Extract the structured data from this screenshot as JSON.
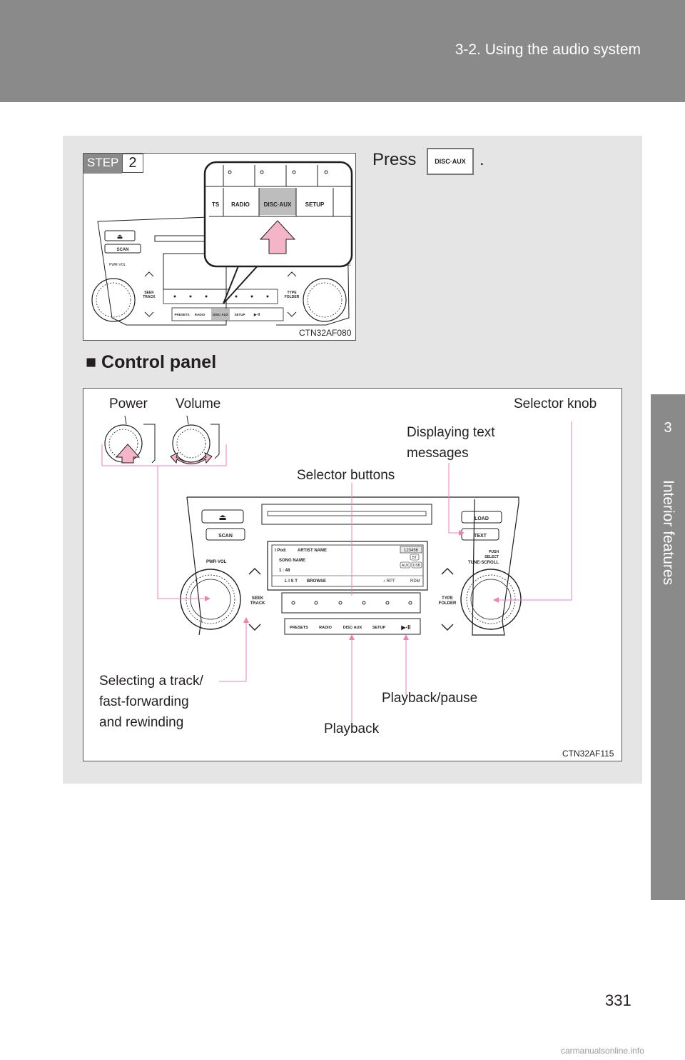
{
  "header": {
    "section_title": "3-2. Using the audio system"
  },
  "side_tab": {
    "chapter_number": "3",
    "chapter_name": "Interior features"
  },
  "step": {
    "label": "STEP",
    "number": "2",
    "instruction_prefix": "Press",
    "instruction_suffix": ".",
    "button_label": "DISC·AUX",
    "figure_code": "CTN32AF080",
    "zoom_buttons": [
      "TS",
      "RADIO",
      "DISC·AUX",
      "SETUP"
    ]
  },
  "section": {
    "heading": "■ Control panel"
  },
  "figure2": {
    "figure_code": "CTN32AF115",
    "callouts": {
      "power": "Power",
      "volume": "Volume",
      "selector_knob": "Selector knob",
      "displaying_text_1": "Displaying text",
      "displaying_text_2": "messages",
      "selector_buttons": "Selector buttons",
      "selecting_track_1": "Selecting  a  track/",
      "selecting_track_2": "fast-forwarding",
      "selecting_track_3": "and rewinding",
      "playback_pause": "Playback/pause",
      "playback": "Playback"
    },
    "panel": {
      "eject": "⏏",
      "scan": "SCAN",
      "load": "LOAD",
      "text": "TEXT",
      "pwr_vol": "PWR·VOL",
      "push_select_1": "PUSH",
      "push_select_2": "SELECT",
      "tune_scroll": "TUNE·SCROLL",
      "seek_1": "SEEK",
      "seek_2": "TRACK",
      "type_1": "TYPE",
      "type_2": "FOLDER",
      "presets": "PRESETS",
      "radio": "RADIO",
      "disc_aux": "DISC·AUX",
      "setup": "SETUP",
      "play_pause": "▶·II"
    },
    "display": {
      "line1_source": "I Pod:",
      "line1_artist": "ARTIST NAME",
      "line2": "SONG NAME",
      "line3": "1 : 48",
      "softkey_list": "L I S T",
      "softkey_browse": "BROWSE",
      "softkey_rpt": "♪ RPT",
      "softkey_rdm": "RDM",
      "channels": "123456",
      "bt": "BT",
      "aux": "AUX",
      "usb": "USB"
    }
  },
  "page": {
    "number": "331",
    "watermark": "carmanualsonline.info"
  }
}
